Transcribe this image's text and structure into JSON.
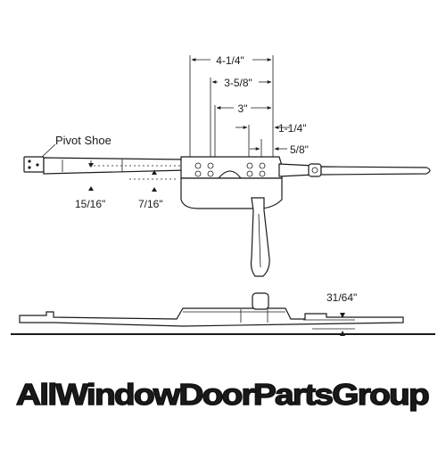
{
  "labels": {
    "pivot_shoe": "Pivot Shoe"
  },
  "dimensions": {
    "d1": "4-1/4\"",
    "d2": "3-5/8\"",
    "d3": "3\"",
    "d4": "1-1/4\"",
    "d5": "5/8\"",
    "d6": "15/16\"",
    "d7": "7/16\"",
    "d8": "31/64\""
  },
  "logo": {
    "text": "AllWindowDoorPartsGroup"
  },
  "colors": {
    "line": "#1a1a1a",
    "logo_stops": [
      "#e8262a",
      "#f7931e",
      "#f4e11b",
      "#39b54a",
      "#1c9fd8",
      "#2e3192",
      "#92278f",
      "#ec008c",
      "#e8262a"
    ]
  }
}
